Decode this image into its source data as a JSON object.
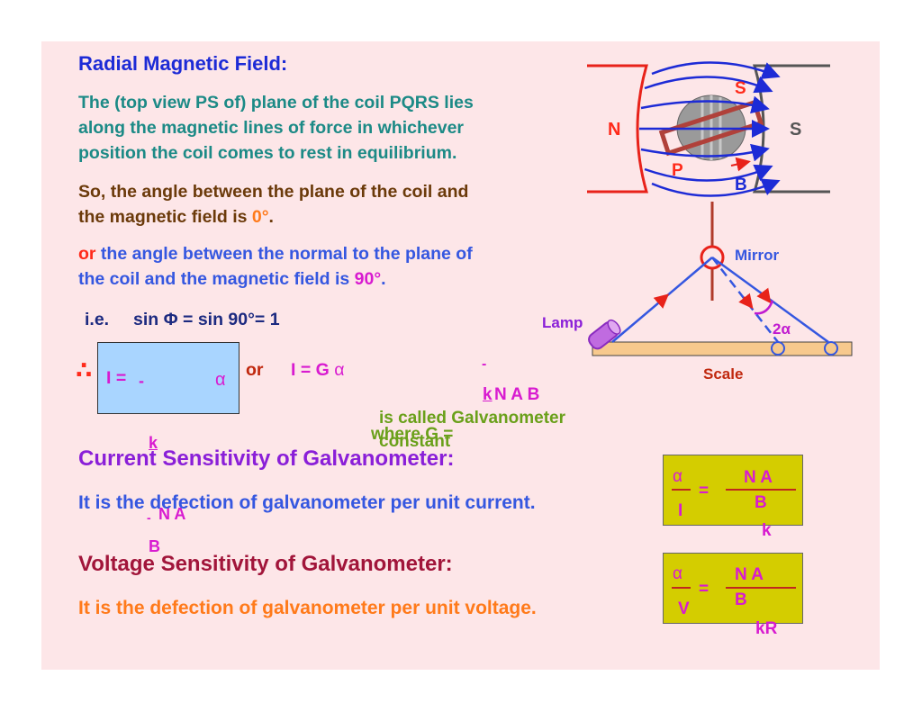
{
  "radial": {
    "heading": "Radial Magnetic Field:",
    "para1_line1": "The (top view PS of) plane of the coil PQRS lies",
    "para1_line2": "along the magnetic lines of force in whichever",
    "para1_line3": "position the coil comes to rest in equilibrium.",
    "para2_line1": "So, the angle between the plane of the coil and",
    "para2_line2": "the magnetic field is ",
    "para2_value": "0°",
    "para2_end": ".",
    "para3_or": "or",
    "para3_line1": " the angle between the normal to the plane of",
    "para3_line2": "the coil and the magnetic field is ",
    "para3_value": "90°",
    "para3_end": ".",
    "ie": "i.e.",
    "sin_eq": "sin Φ = sin 90°= 1"
  },
  "formula": {
    "therefore": "∴",
    "i_eq": "I =",
    "frac_dash": "-",
    "alpha": "α",
    "k": "k",
    "na": "N A",
    "dash2": "-",
    "b": "B",
    "or": "or",
    "i_g": "I = G ",
    "i_g_alpha": "α",
    "top_dash": "-",
    "k2": "k",
    "nab": "N A B",
    "where": "where G =",
    "called": "is called Galvanometer",
    "constant": "constant"
  },
  "current": {
    "heading": "Current Sensitivity of Galvanometer:",
    "desc": "It is the defection of galvanometer per unit current.",
    "alpha": "α",
    "i": "I",
    "eq": "=",
    "na": "N A",
    "b": "B",
    "k": "k"
  },
  "voltage": {
    "heading": "Voltage Sensitivity of Galvanometer:",
    "desc": "It is the defection of galvanometer per unit voltage.",
    "alpha": "α",
    "v": "V",
    "eq": "=",
    "na": "N A",
    "b": "B",
    "kr": "kR"
  },
  "magnet": {
    "n": "N",
    "s_right": "S",
    "s_coil": "S",
    "p": "P",
    "b": "B"
  },
  "optics": {
    "mirror": "Mirror",
    "lamp": "Lamp",
    "two_alpha": "2α",
    "scale": "Scale"
  }
}
